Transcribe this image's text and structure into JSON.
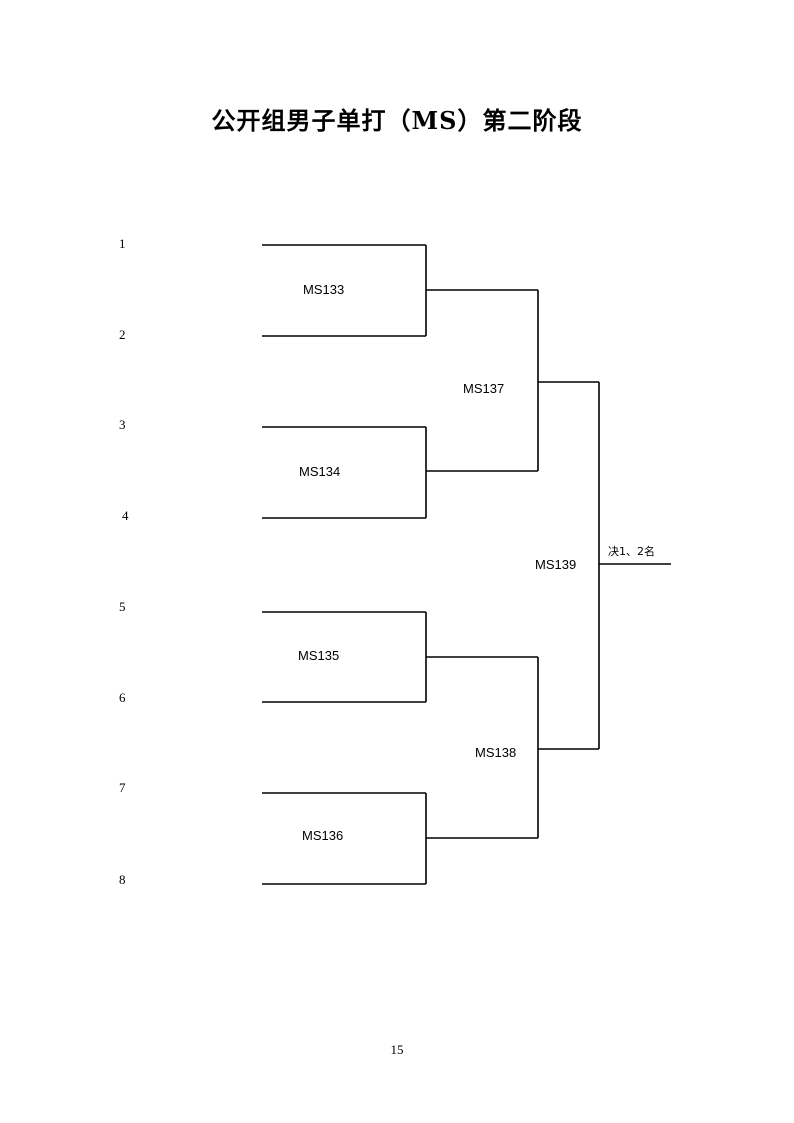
{
  "title": "公开组男子单打（MS）第二阶段",
  "seeds": [
    "1",
    "2",
    "3",
    "4",
    "5",
    "6",
    "7",
    "8"
  ],
  "round1_matches": [
    "MS133",
    "MS134",
    "MS135",
    "MS136"
  ],
  "round2_matches": [
    "MS137",
    "MS138"
  ],
  "final_match": "MS139",
  "final_label": "决1、2名",
  "page_number": "15"
}
